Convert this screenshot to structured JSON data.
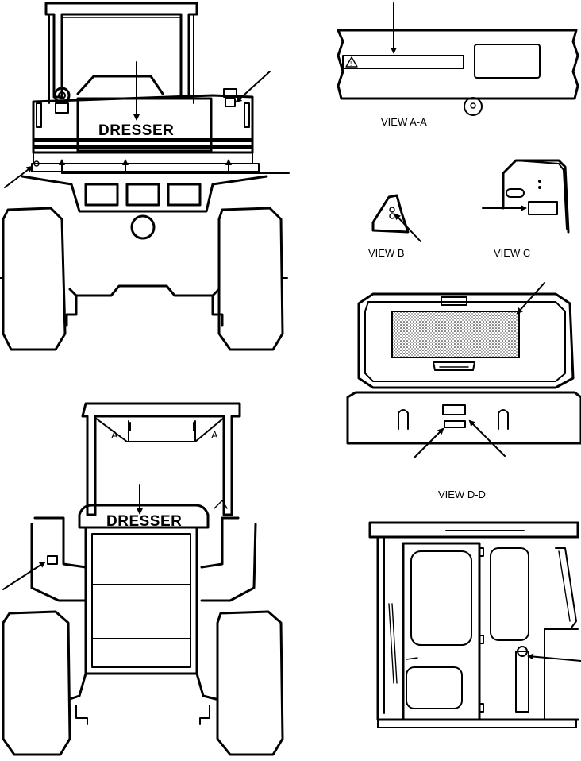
{
  "brand_front": "DRESSER",
  "brand_rear": "DRESSER",
  "views": {
    "a": "VIEW A-A",
    "b": "VIEW B",
    "c": "VIEW C",
    "d": "VIEW D-D"
  },
  "section_marks": {
    "left": "A",
    "right": "A"
  },
  "icons": [
    "warning-triangle-icon"
  ]
}
